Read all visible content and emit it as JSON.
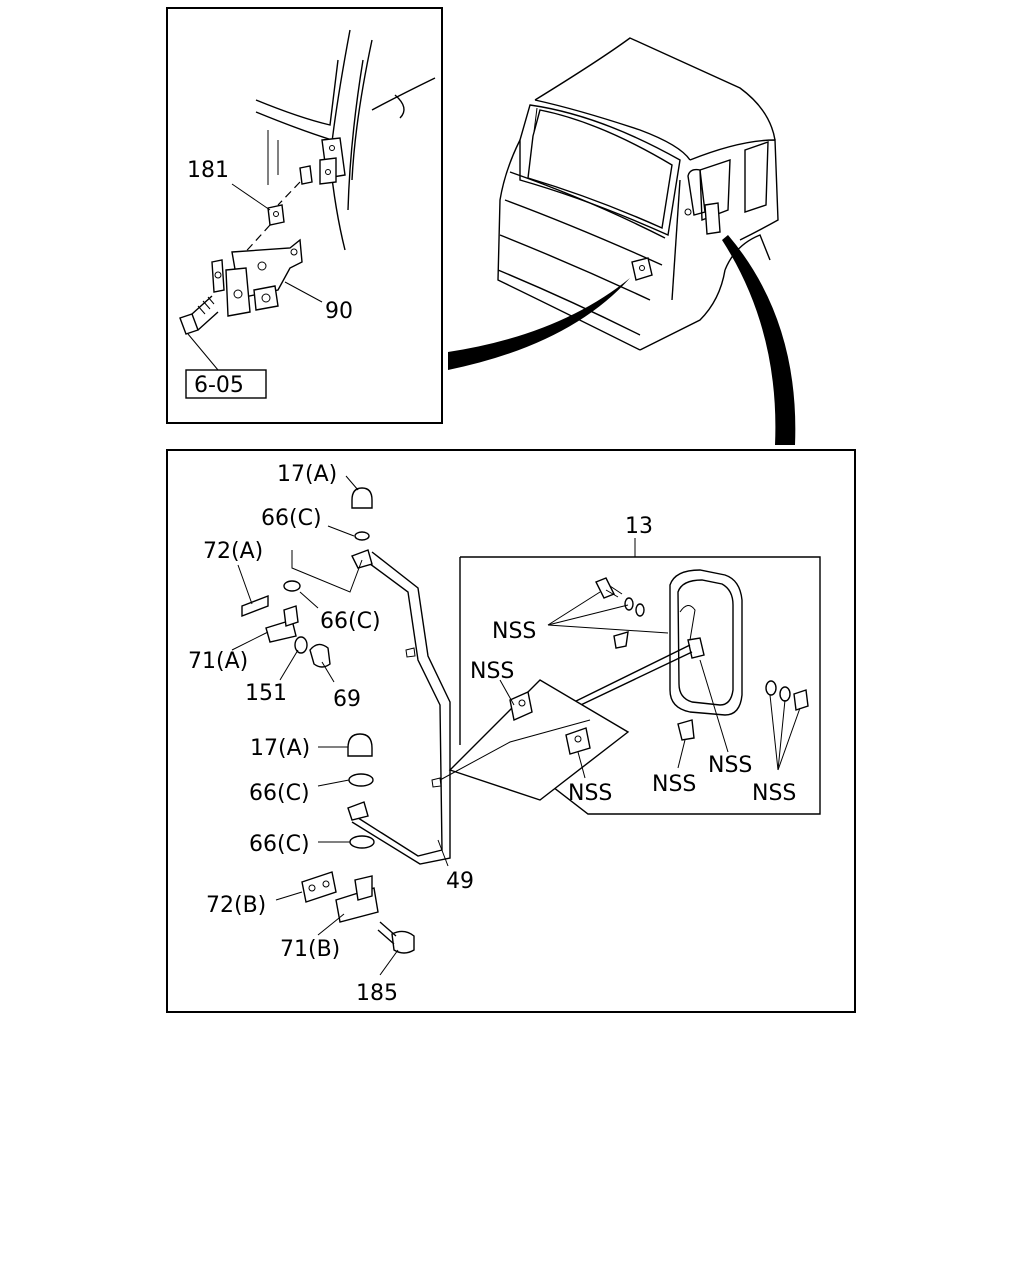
{
  "inset_top": {
    "labels": {
      "p181": "181",
      "p90": "90",
      "ref": "6-05"
    }
  },
  "main_frame": {
    "labels": {
      "p17a_1": "17(A)",
      "p66c_1": "66(C)",
      "p72a": "72(A)",
      "p66c_2": "66(C)",
      "p71a": "71(A)",
      "p151": "151",
      "p69": "69",
      "p17a_2": "17(A)",
      "p66c_3": "66(C)",
      "p66c_4": "66(C)",
      "p49": "49",
      "p72b": "72(B)",
      "p71b": "71(B)",
      "p185": "185",
      "p13": "13"
    }
  },
  "mirror_inset": {
    "labels": {
      "nss_1": "NSS",
      "nss_2": "NSS",
      "nss_3": "NSS",
      "nss_4": "NSS",
      "nss_5": "NSS",
      "nss_6": "NSS"
    }
  }
}
